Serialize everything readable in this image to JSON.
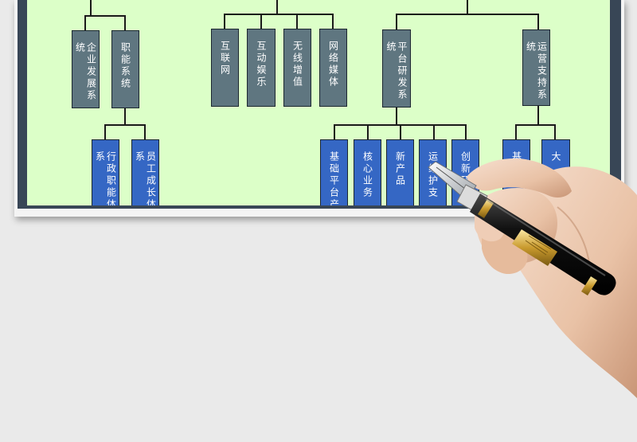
{
  "nodes": {
    "n1": "企业发展系统",
    "n2": "职能系统",
    "n3": "互联网",
    "n4": "互动娱乐",
    "n5": "无线增值",
    "n6": "网络媒体",
    "n7": "平台研发系统",
    "n8": "运营支持系统",
    "c1": "行政职能体系",
    "c2": "员工成长体系",
    "c3": "基础平台产",
    "c4": "核心业务",
    "c5": "新产品",
    "c6": "运维护支",
    "c7": "创新研",
    "c8": "基础",
    "c9": "大"
  },
  "colors": {
    "canvas": "#dcffc8",
    "frame": "#384656",
    "gray_node": "#5f7680",
    "blue_node": "#3567c4"
  },
  "illustration": "hand-holding-fountain-pen"
}
